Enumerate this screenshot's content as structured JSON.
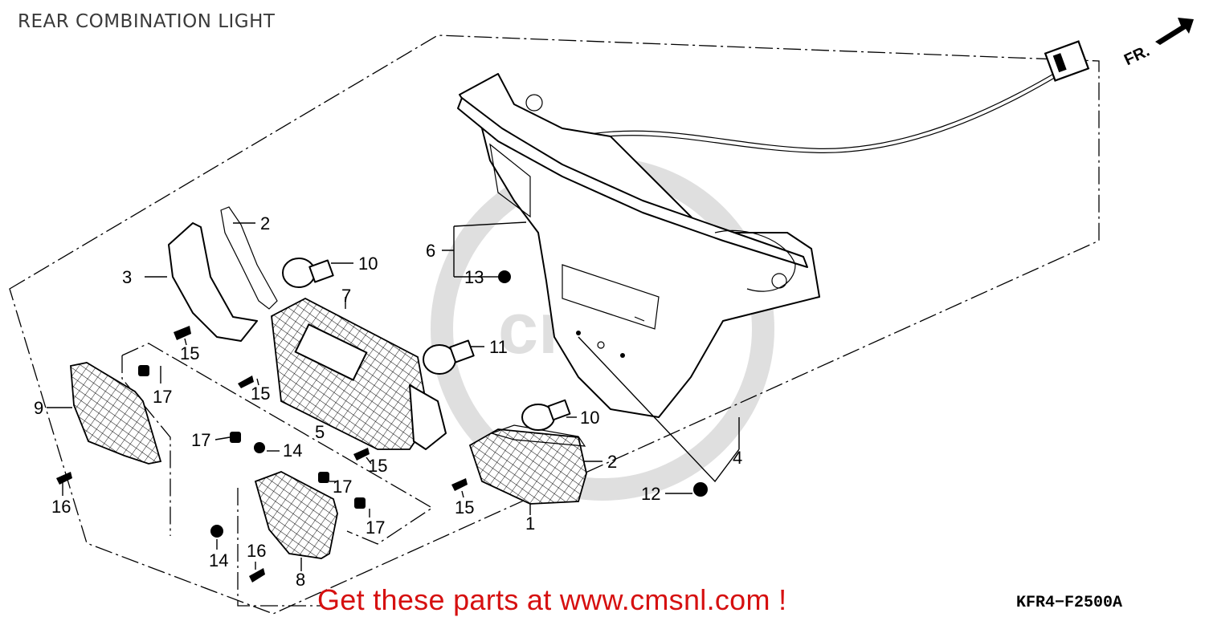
{
  "title": "REAR COMBINATION LIGHT",
  "diagram_code": "KFR4−F2500A",
  "footer_text": "Get these parts at www.cmsnl.com !",
  "direction_marker": "FR.",
  "watermark": "cmsnl",
  "callouts": {
    "c1": "1",
    "c2a": "2",
    "c2b": "2",
    "c3": "3",
    "c4": "4",
    "c5": "5",
    "c6": "6",
    "c7": "7",
    "c8": "8",
    "c9": "9",
    "c10a": "10",
    "c10b": "10",
    "c11": "11",
    "c12": "12",
    "c13": "13",
    "c14a": "14",
    "c14b": "14",
    "c15a": "15",
    "c15b": "15",
    "c15c": "15",
    "c15d": "15",
    "c16a": "16",
    "c16b": "16",
    "c17a": "17",
    "c17b": "17",
    "c17c": "17",
    "c17d": "17"
  },
  "colors": {
    "footer": "#d61010",
    "title": "#3a3a3a",
    "line": "#000000"
  }
}
